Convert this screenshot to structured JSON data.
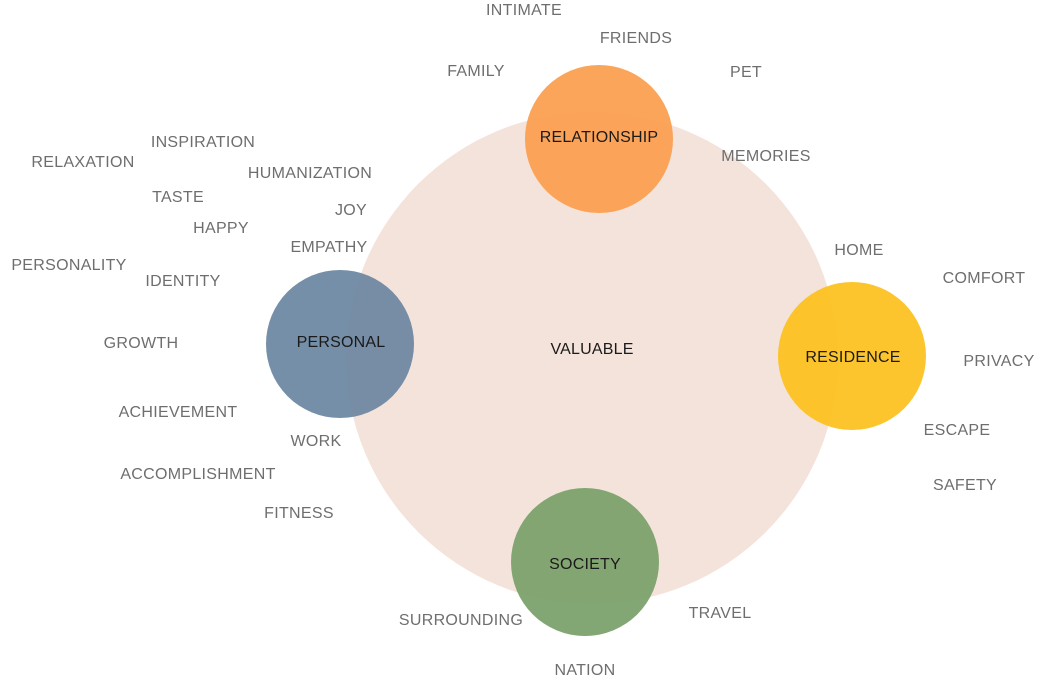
{
  "center": {
    "label": "VALUABLE",
    "color": "#f4e3db"
  },
  "nodes": [
    {
      "id": "relationship",
      "label": "RELATIONSHIP",
      "color": "#fb9d4d",
      "words": [
        "INTIMATE",
        "FRIENDS",
        "FAMILY",
        "PET",
        "MEMORIES"
      ]
    },
    {
      "id": "personal",
      "label": "PERSONAL",
      "color": "#6a86a1",
      "words": [
        "INSPIRATION",
        "RELAXATION",
        "HUMANIZATION",
        "TASTE",
        "JOY",
        "HAPPY",
        "EMPATHY",
        "PERSONALITY",
        "IDENTITY",
        "GROWTH",
        "ACHIEVEMENT",
        "WORK",
        "ACCOMPLISHMENT",
        "FITNESS"
      ]
    },
    {
      "id": "residence",
      "label": "RESIDENCE",
      "color": "#fcc01c",
      "words": [
        "HOME",
        "COMFORT",
        "PRIVACY",
        "ESCAPE",
        "SAFETY"
      ]
    },
    {
      "id": "society",
      "label": "SOCIETY",
      "color": "#789f68",
      "words": [
        "SURROUNDING",
        "TRAVEL",
        "NATION"
      ]
    }
  ]
}
